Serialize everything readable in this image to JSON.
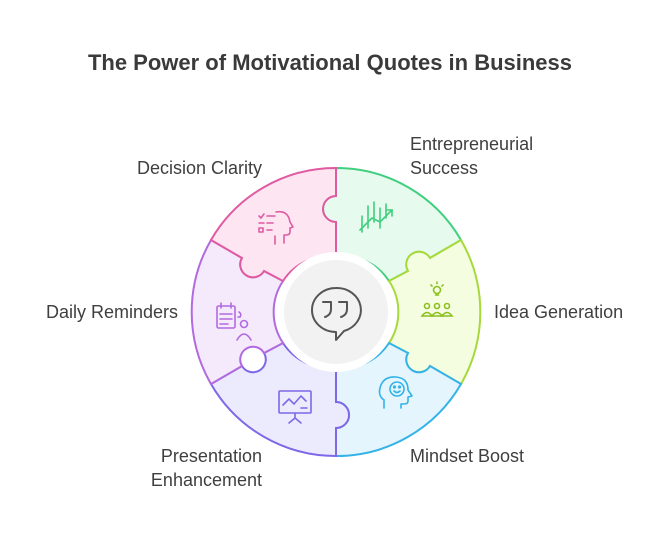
{
  "title": "The Power of Motivational Quotes in Business",
  "segments": [
    {
      "label": "Entrepreneurial\nSuccess",
      "icon": "growth-chart-icon",
      "fill": "#e6fbee",
      "stroke": "#3fcf7e"
    },
    {
      "label": "Idea Generation",
      "icon": "team-idea-lightbulb-icon",
      "fill": "#f4fde0",
      "stroke": "#a6d93a"
    },
    {
      "label": "Mindset Boost",
      "icon": "smiling-head-icon",
      "fill": "#e4f5fd",
      "stroke": "#33b3e8"
    },
    {
      "label": "Presentation\nEnhancement",
      "icon": "presentation-board-icon",
      "fill": "#ecebfd",
      "stroke": "#7f68e8"
    },
    {
      "label": "Daily Reminders",
      "icon": "checklist-person-icon",
      "fill": "#f4eafb",
      "stroke": "#b26ae0"
    },
    {
      "label": "Decision Clarity",
      "icon": "thinking-head-checklist-icon",
      "fill": "#fde6f1",
      "stroke": "#e05aa2"
    }
  ],
  "center": {
    "icon": "quote-bubble-icon"
  }
}
